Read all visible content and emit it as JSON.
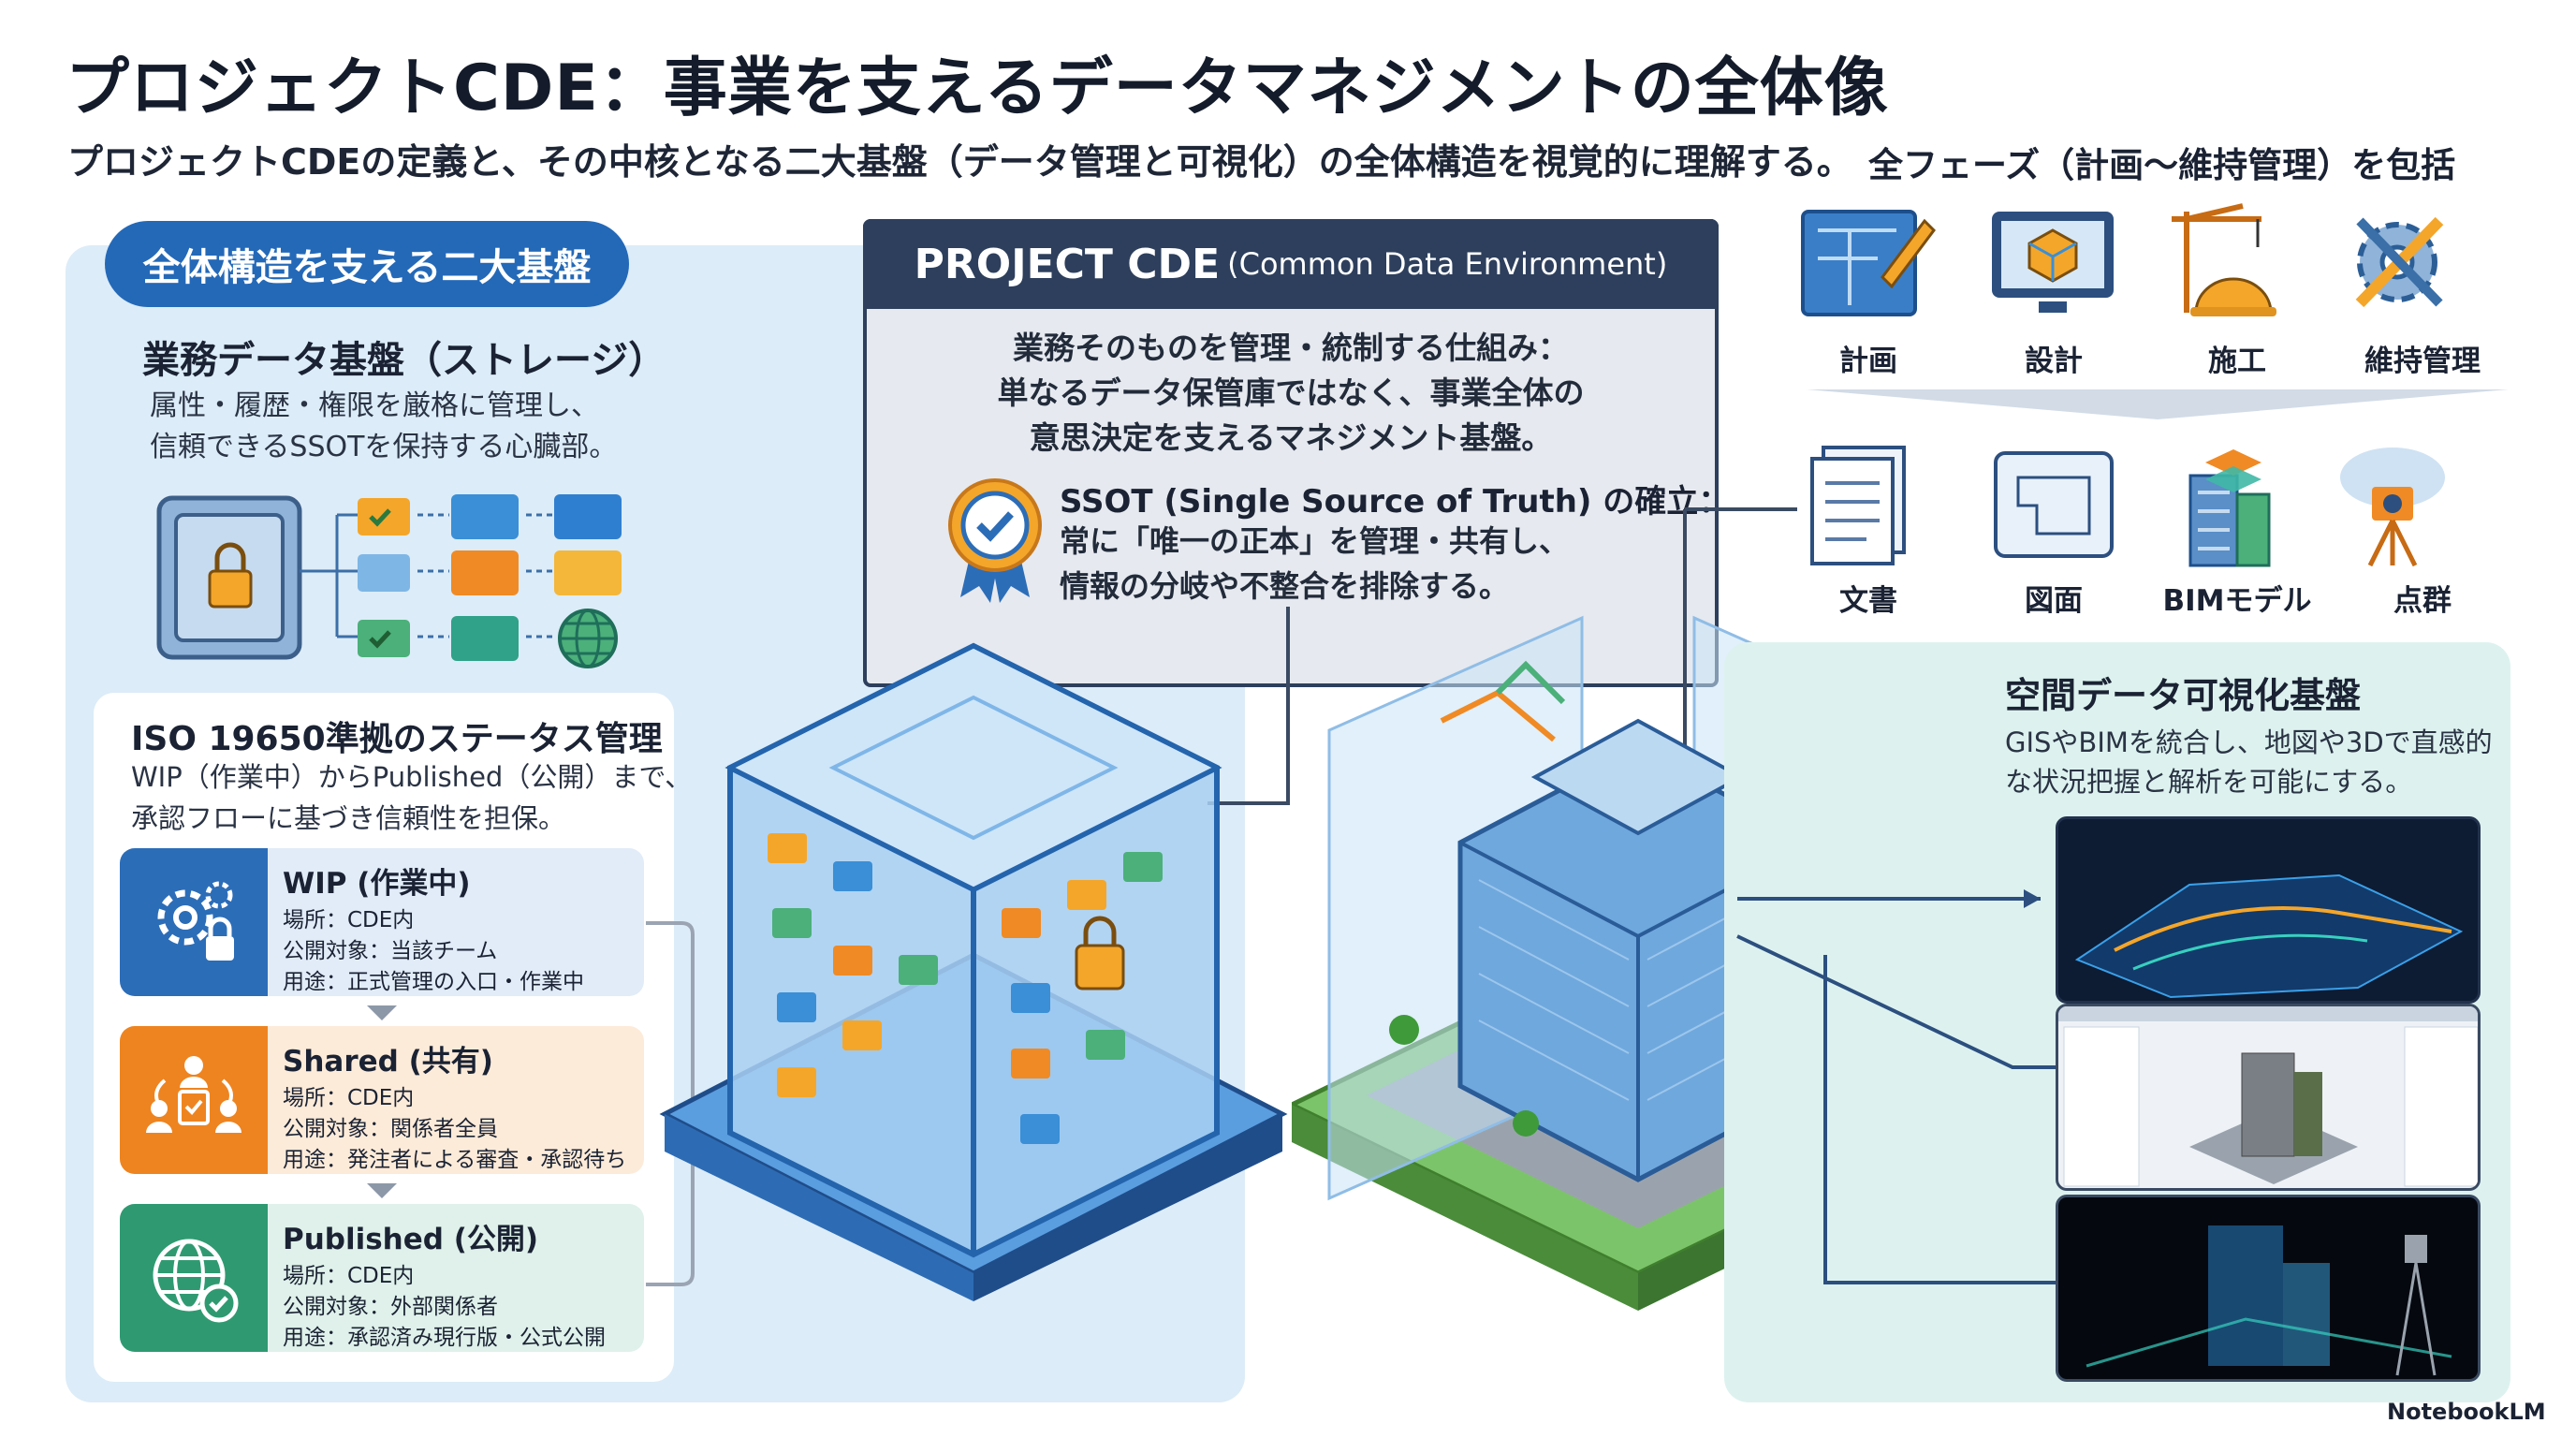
{
  "title": "プロジェクトCDE：事業を支えるデータマネジメントの全体像",
  "subtitle": "プロジェクトCDEの定義と、その中核となる二大基盤（データ管理と可視化）の全体構造を視覚的に理解する。",
  "left": {
    "pill": "全体構造を支える二大基盤",
    "storage_title": "業務データ基盤（ストレージ）",
    "storage_desc_1": "属性・履歴・権限を厳格に管理し、",
    "storage_desc_2": "信頼できるSSOTを保持する心臓部。",
    "iso_title": "ISO 19650準拠のステータス管理",
    "iso_desc_1": "WIP（作業中）からPublished（公開）まで、",
    "iso_desc_2": "承認フローに基づき信頼性を担保。",
    "statuses": [
      {
        "name": "WIP (作業中)",
        "l1": "場所：CDE内",
        "l2": "公開対象：当該チーム",
        "l3": "用途：正式管理の入口・作業中"
      },
      {
        "name": "Shared (共有)",
        "l1": "場所：CDE内",
        "l2": "公開対象：関係者全員",
        "l3": "用途：発注者による審査・承認待ち"
      },
      {
        "name": "Published (公開)",
        "l1": "場所：CDE内",
        "l2": "公開対象：外部関係者",
        "l3": "用途：承認済み現行版・公式公開"
      }
    ]
  },
  "center": {
    "head": "PROJECT CDE",
    "head_sub": "(Common Data Environment)",
    "desc_1": "業務そのものを管理・統制する仕組み：",
    "desc_2": "単なるデータ保管庫ではなく、事業全体の",
    "desc_3": "意思決定を支えるマネジメント基盤。",
    "ssot_title": "SSOT (Single Source of Truth) の確立：",
    "ssot_1": "常に「唯一の正本」を管理・共有し、",
    "ssot_2": "情報の分岐や不整合を排除する。"
  },
  "right": {
    "phases_title": "全フェーズ（計画〜維持管理）を包括",
    "phases": [
      "計画",
      "設計",
      "施工",
      "維持管理"
    ],
    "data_types": [
      "文書",
      "図面",
      "BIMモデル",
      "点群"
    ],
    "viz_title": "空間データ可視化基盤",
    "viz_desc_1": "GISやBIMを統合し、地図や3Dで直感的",
    "viz_desc_2": "な状況把握と解析を可能にする。"
  },
  "brand": "NotebookLM",
  "colors": {
    "primary": "#2469b8",
    "navy": "#2d3f5c",
    "orange": "#ee8420",
    "green": "#2f9a72",
    "panel_blue": "#dcecf8",
    "panel_mint": "#ddf2ef"
  }
}
